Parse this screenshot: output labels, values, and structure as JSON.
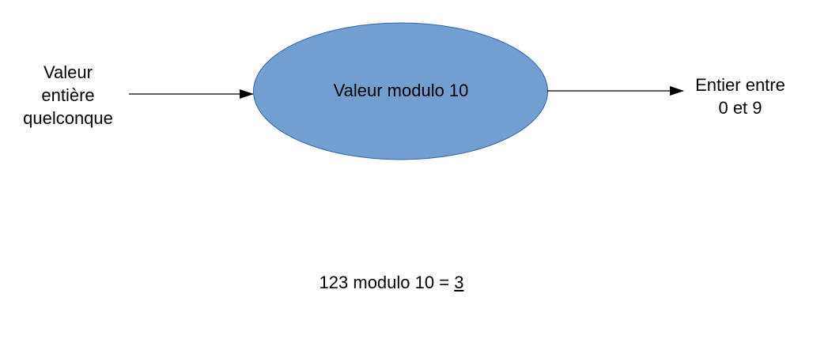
{
  "input": {
    "lines": [
      "Valeur",
      "entière",
      "quelconque"
    ]
  },
  "process": {
    "label": "Valeur modulo 10",
    "fill": "#729fcf",
    "stroke": "#3465a4"
  },
  "output": {
    "lines": [
      "Entier entre",
      "0 et 9"
    ]
  },
  "example": {
    "expression": "123 modulo 10 = ",
    "result": "3"
  }
}
